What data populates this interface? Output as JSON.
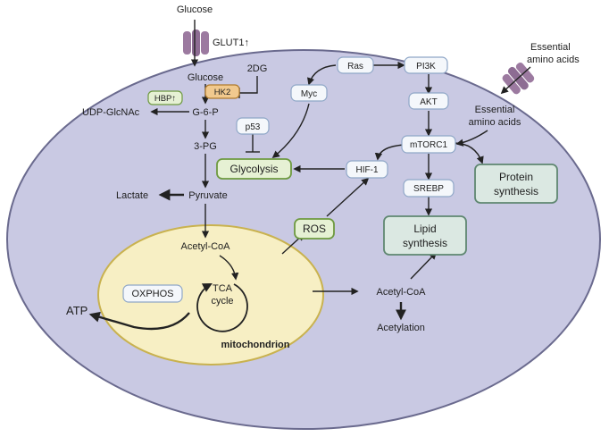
{
  "labels": {
    "glucose_top": "Glucose",
    "glut1": "GLUT1↑",
    "glucose_in": "Glucose",
    "hk2": "HK2",
    "twodg": "2DG",
    "hbp": "HBP↑",
    "udp": "UDP-GlcNAc",
    "g6p": "G-6-P",
    "pg3": "3-PG",
    "glycolysis": "Glycolysis",
    "lactate": "Lactate",
    "pyruvate": "Pyruvate",
    "acetylcoa_mito": "Acetyl-CoA",
    "oxphos": "OXPHOS",
    "tca_line1": "TCA",
    "tca_line2": "cycle",
    "atp": "ATP",
    "mitochondrion": "mitochondrion",
    "ros": "ROS",
    "ras": "Ras",
    "pi3k": "PI3K",
    "myc": "Myc",
    "akt": "AKT",
    "p53": "p53",
    "mtorc1": "mTORC1",
    "hif1": "HIF-1",
    "srebp": "SREBP",
    "protein_line1": "Protein",
    "protein_line2": "synthesis",
    "lipid_line1": "Lipid",
    "lipid_line2": "synthesis",
    "acetylcoa_cyto": "Acetyl-CoA",
    "acetylation": "Acetylation",
    "eaa_out_line1": "Essential",
    "eaa_out_line2": "amino acids",
    "eaa_in_line1": "Essential",
    "eaa_in_line2": "amino acids"
  },
  "colors": {
    "cell_fill": "#c9c9e3",
    "cell_stroke": "#6a6a8e",
    "mito_fill": "#f7efc4",
    "mito_stroke": "#c9b24f",
    "box_fill": "#f4f7fb",
    "box_stroke": "#8fa7c7",
    "green_fill": "#e6f1d4",
    "green_stroke": "#6e9a40",
    "teal_fill": "#dbe8e2",
    "teal_stroke": "#5f8771",
    "hk2_fill": "#f1c98e",
    "hk2_stroke": "#b07a2c",
    "transporter": "#9c7aa0",
    "arrow": "#222222"
  },
  "icons": [
    "glut1-transporter-icon",
    "amino-acid-transporter-icon",
    "tca-cycle-icon"
  ]
}
